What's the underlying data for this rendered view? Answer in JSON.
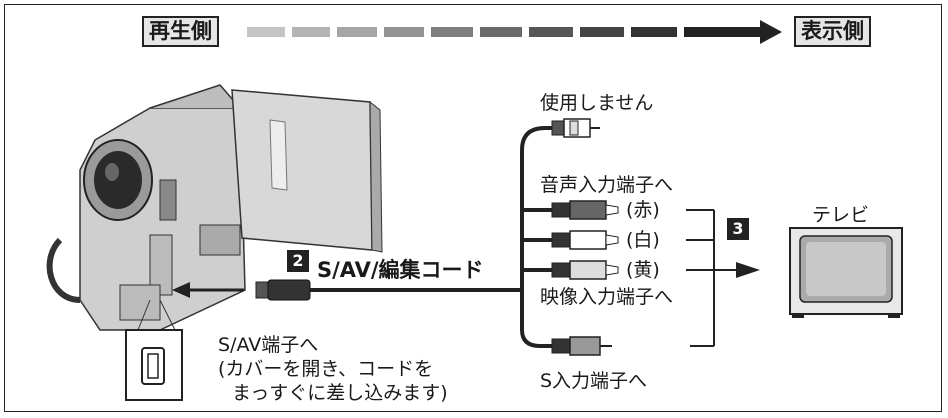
{
  "header": {
    "source_label": "再生側",
    "target_label": "表示側"
  },
  "steps": {
    "cable_step": "2",
    "tv_step": "3"
  },
  "cable": {
    "title": "S/AV/編集コード"
  },
  "connectors": {
    "unused": "使用しません",
    "audio_input": "音声入力端子へ",
    "red": "(赤)",
    "white": "(白)",
    "yellow": "(黄)",
    "video_input": "映像入力端子へ",
    "s_input": "S入力端子へ"
  },
  "tv": {
    "label": "テレビ"
  },
  "camera_note": {
    "line1": "S/AV端子へ",
    "line2": "(カバーを開き、コードを",
    "line3": "まっすぐに差し込みます)"
  }
}
